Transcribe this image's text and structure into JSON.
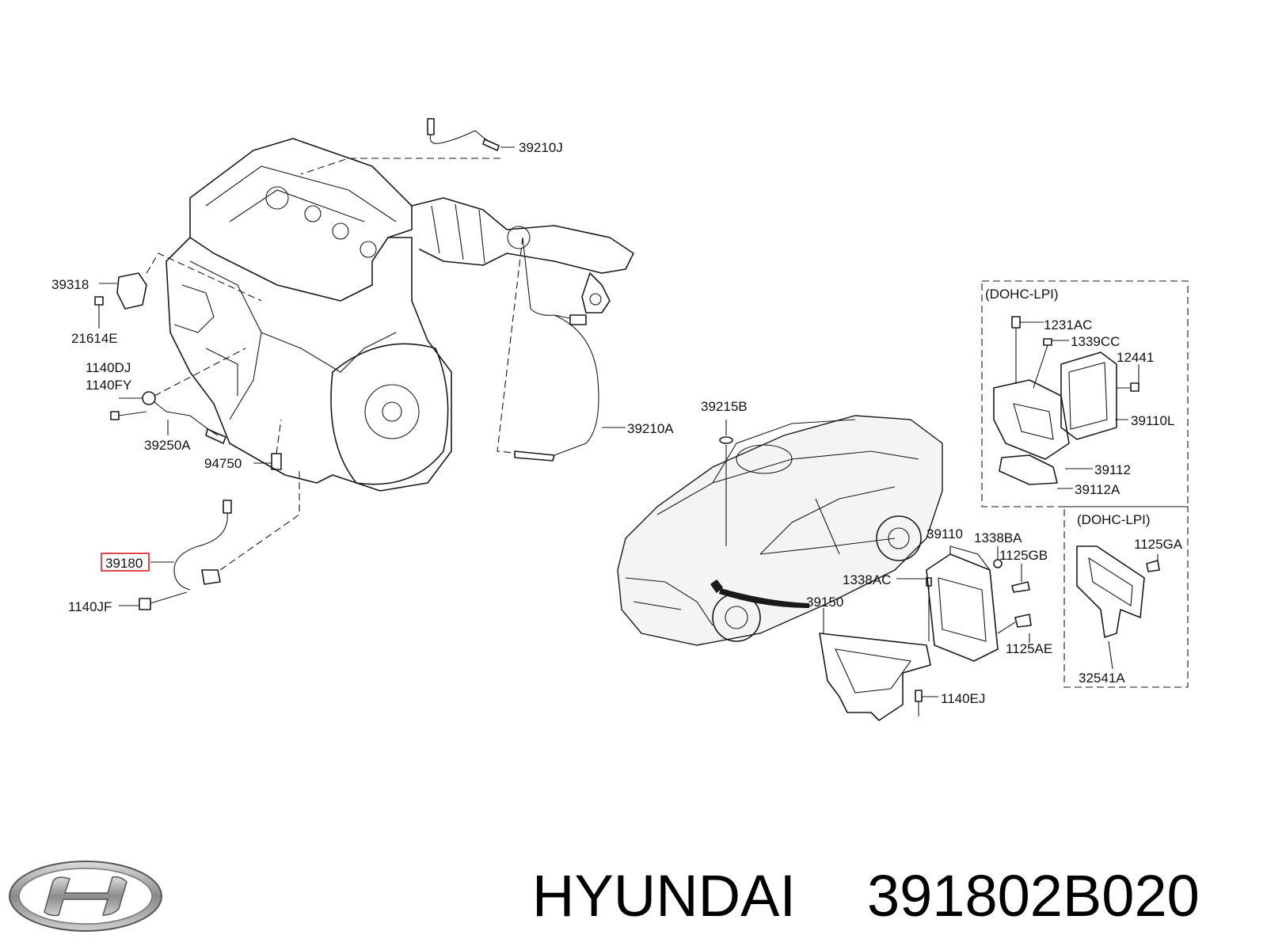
{
  "diagram": {
    "callouts": [
      {
        "id": "39210J",
        "text": "39210J"
      },
      {
        "id": "39318",
        "text": "39318"
      },
      {
        "id": "21614E",
        "text": "21614E"
      },
      {
        "id": "1140DJ",
        "text": "1140DJ"
      },
      {
        "id": "1140FY",
        "text": "1140FY"
      },
      {
        "id": "39250A",
        "text": "39250A"
      },
      {
        "id": "94750",
        "text": "94750"
      },
      {
        "id": "39210A",
        "text": "39210A"
      },
      {
        "id": "39180",
        "text": "39180",
        "highlighted": true
      },
      {
        "id": "1140JF",
        "text": "1140JF"
      },
      {
        "id": "39215B",
        "text": "39215B"
      },
      {
        "id": "1231AC",
        "text": "1231AC"
      },
      {
        "id": "1339CC",
        "text": "1339CC"
      },
      {
        "id": "12441",
        "text": "12441"
      },
      {
        "id": "39110L",
        "text": "39110L"
      },
      {
        "id": "39112",
        "text": "39112"
      },
      {
        "id": "39112A",
        "text": "39112A"
      },
      {
        "id": "39110",
        "text": "39110"
      },
      {
        "id": "1338BA",
        "text": "1338BA"
      },
      {
        "id": "1125GB",
        "text": "1125GB"
      },
      {
        "id": "1338AC",
        "text": "1338AC"
      },
      {
        "id": "39150",
        "text": "39150"
      },
      {
        "id": "1125AE",
        "text": "1125AE"
      },
      {
        "id": "1140EJ",
        "text": "1140EJ"
      },
      {
        "id": "1125GA",
        "text": "1125GA"
      },
      {
        "id": "32541A",
        "text": "32541A"
      }
    ],
    "box_labels": {
      "upper": "(DOHC-LPI)",
      "lower": "(DOHC-LPI)"
    },
    "highlight_color": "#d81d1d"
  },
  "footer": {
    "brand": "HYUNDAI",
    "part_number": "391802B020",
    "logo_icon": "hyundai-logo-icon"
  }
}
